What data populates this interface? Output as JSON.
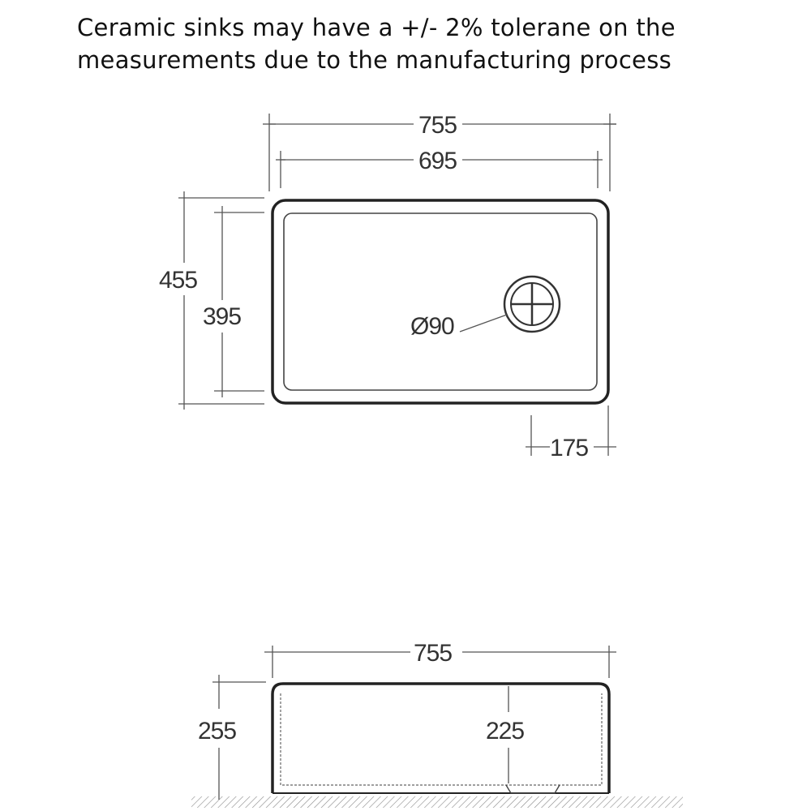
{
  "note": {
    "line1": "Ceramic sinks may have a +/- 2% tolerane on the",
    "line2": "measurements due to the manufacturing process"
  },
  "plan_view": {
    "overall_width": "755",
    "inner_width": "695",
    "overall_depth": "455",
    "inner_depth": "395",
    "waste_diameter": "Ø90",
    "waste_offset": "175"
  },
  "front_view": {
    "overall_width": "755",
    "overall_height": "255",
    "inner_height": "225"
  },
  "colors": {
    "outline": "#222222",
    "dimension_line": "#555555",
    "text": "#333333"
  }
}
